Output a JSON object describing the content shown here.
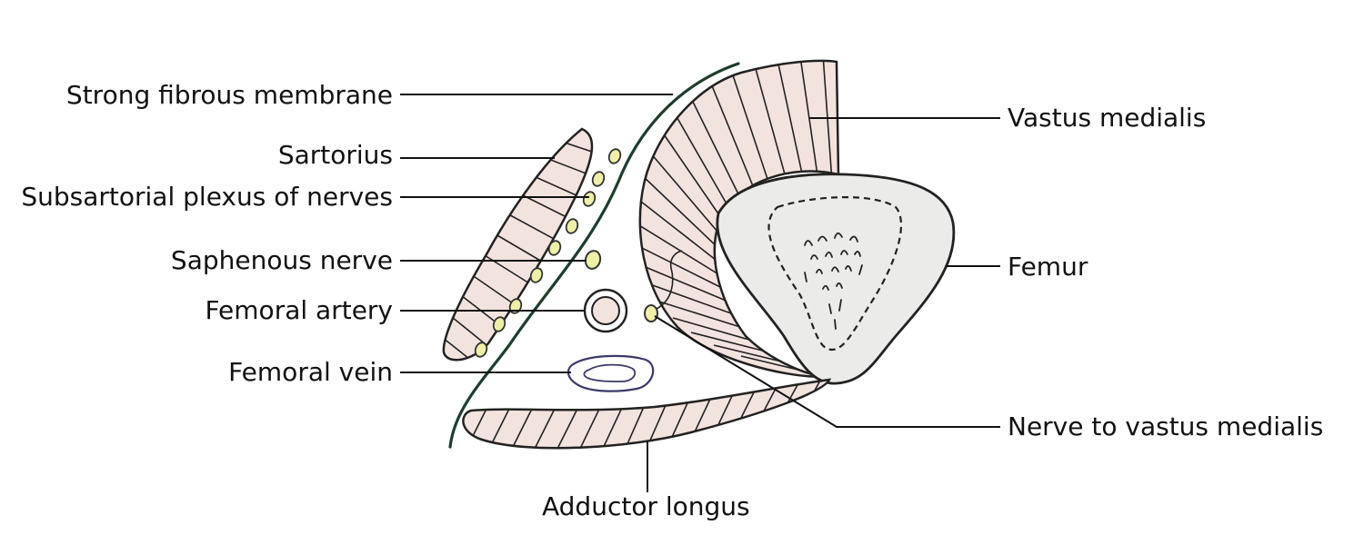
{
  "labels": {
    "strong_fibrous_membrane": "Strong fibrous membrane",
    "sartorius": "Sartorius",
    "subsartorial_plexus": "Subsartorial plexus of nerves",
    "saphenous_nerve": "Saphenous nerve",
    "femoral_artery": "Femoral artery",
    "femoral_vein": "Femoral vein",
    "vastus_medialis": "Vastus medialis",
    "femur": "Femur",
    "nerve_to_vastus_medialis": "Nerve to vastus medialis",
    "adductor_longus": "Adductor longus"
  },
  "colors": {
    "muscle_fill": "#f3e3df",
    "outline": "#222222",
    "membrane": "#1f3d2c",
    "bone_fill": "#ebebe9",
    "nerve_fill": "#eef0a8",
    "vein_outline": "#3a3a6a",
    "leader": "#111111"
  }
}
